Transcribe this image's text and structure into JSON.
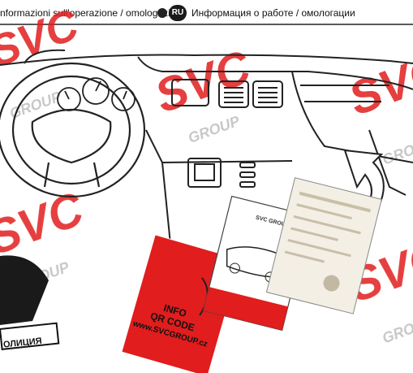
{
  "header": {
    "italian_label": "nformazioni sull'operazione / omologazio",
    "russian_badge": "RU",
    "russian_label": "Информация о работе / омологации"
  },
  "flyer": {
    "line1": "INFO",
    "line2": "QR CODE",
    "line3": "www.SVCGROUP.cz"
  },
  "manual": {
    "brand": "SVC GROUP"
  },
  "badge_fragment": {
    "text": "ОЛИЦИЯ"
  },
  "watermark": {
    "brand": "SVC",
    "sub": "GROUP",
    "color": "#e11d1d"
  }
}
